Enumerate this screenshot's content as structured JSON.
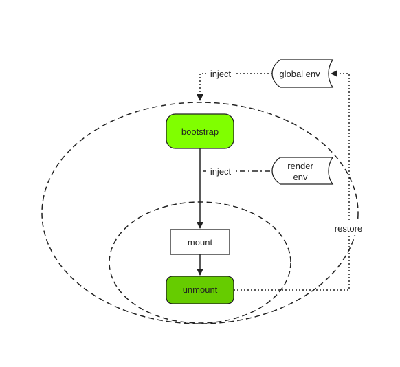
{
  "nodes": {
    "bootstrap": {
      "label": "bootstrap",
      "fill": "#80ff00"
    },
    "mount": {
      "label": "mount",
      "fill": "#ffffff"
    },
    "unmount": {
      "label": "unmount",
      "fill": "#66cc00"
    },
    "global_env": {
      "label": "global env"
    },
    "render_env": {
      "line1": "render",
      "line2": "env"
    }
  },
  "edges": {
    "inject_global": {
      "label": "inject"
    },
    "inject_render": {
      "label": "inject"
    },
    "restore": {
      "label": "restore"
    }
  },
  "colors": {
    "stroke": "#222222",
    "background": "#ffffff"
  }
}
